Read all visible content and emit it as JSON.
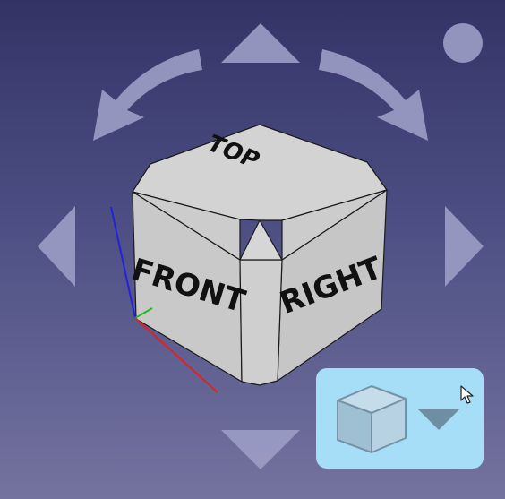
{
  "navicube": {
    "faces": {
      "top": "TOP",
      "front": "FRONT",
      "right": "RIGHT"
    },
    "axes": {
      "x_color": "#dd2222",
      "y_color": "#22bb22",
      "z_color": "#2222dd"
    },
    "controls": {
      "rotate_up": "arrow-up-icon",
      "rotate_down": "arrow-down-icon",
      "rotate_left": "arrow-left-icon",
      "rotate_right": "arrow-right-icon",
      "roll_ccw": "rotate-counterclockwise-icon",
      "roll_cw": "rotate-clockwise-icon",
      "menu_dot": "circle-menu-icon"
    },
    "colors": {
      "background_top": "#333366",
      "background_bottom": "#74739f",
      "nav_control": "#9b9cc4",
      "cube_face": "#d2d2d2",
      "popup_bg": "#a6ddf7"
    }
  },
  "view_menu_button": {
    "icon": "view-cube-icon",
    "dropdown_icon": "caret-down-icon"
  }
}
